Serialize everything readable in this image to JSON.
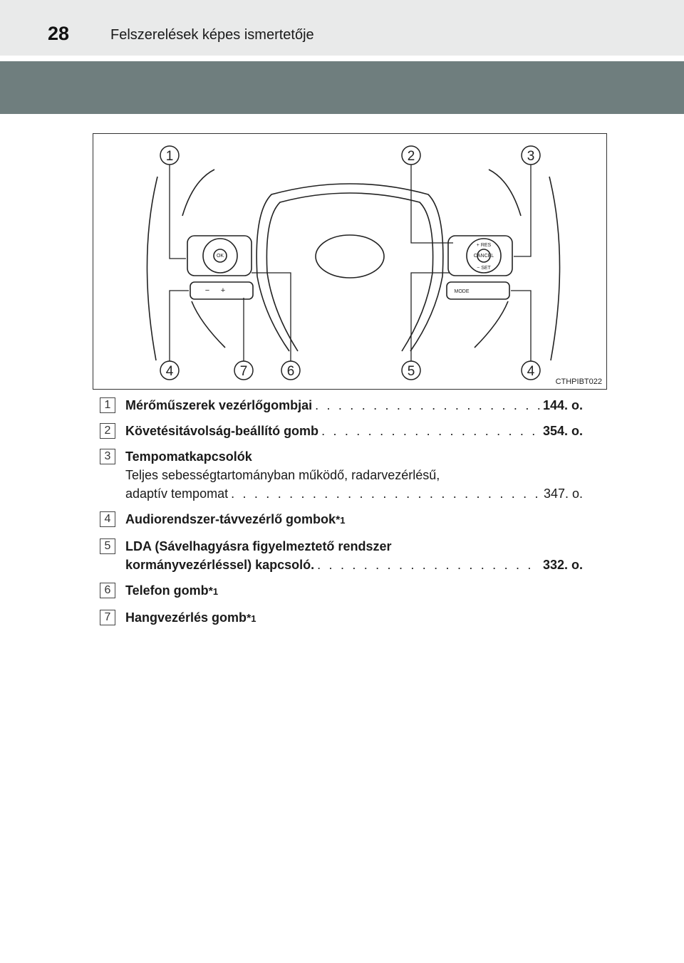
{
  "header": {
    "page_number": "28",
    "title": "Felszerelések képes ismertetője"
  },
  "figure": {
    "code": "CTHPIBT022",
    "callouts": [
      "1",
      "2",
      "3",
      "4",
      "7",
      "6",
      "5",
      "4"
    ],
    "button_labels": {
      "ok": "OK",
      "res": "+ RES",
      "cancel": "CANCEL",
      "set": "− SET",
      "mode": "MODE",
      "minus": "−",
      "plus": "+"
    }
  },
  "items": [
    {
      "num": "1",
      "label": "Mérőműszerek vezérlőgombjai",
      "page": "144. o."
    },
    {
      "num": "2",
      "label": "Követésitávolság-beállító gomb",
      "page": "354. o."
    },
    {
      "num": "3",
      "label": "Tempomatkapcsolók",
      "line2": "Teljes sebességtartományban működő, radarvezérlésű,",
      "line3": "adaptív tempomat",
      "page": "347. o."
    },
    {
      "num": "4",
      "label": "Audiorendszer-távvezérlő gombok",
      "sup": "1"
    },
    {
      "num": "5",
      "label": "LDA (Sávelhagyásra figyelmeztető rendszer",
      "line2": "kormányvezérléssel) kapcsoló.",
      "page": "332. o."
    },
    {
      "num": "6",
      "label": "Telefon gomb",
      "sup": "1"
    },
    {
      "num": "7",
      "label": "Hangvezérlés gomb",
      "sup": "1"
    }
  ]
}
